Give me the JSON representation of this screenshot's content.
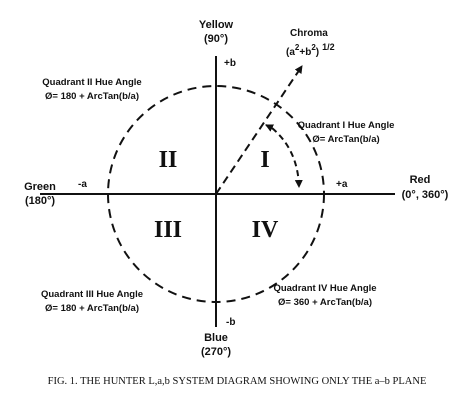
{
  "axes": {
    "yellow_label": "Yellow",
    "yellow_angle": "(90°)",
    "plus_b": "+b",
    "red_label": "Red",
    "red_angle": "(0°, 360°)",
    "plus_a": "+a",
    "green_label": "Green",
    "green_angle": "(180°)",
    "minus_a": "-a",
    "blue_label": "Blue",
    "blue_angle": "(270°)",
    "minus_b": "-b"
  },
  "chroma": {
    "label": "Chroma",
    "formula_open": "(a",
    "exp_a": "2",
    "plus": "+b",
    "exp_b": "2",
    "formula_close": ")",
    "power": "1/2"
  },
  "quadrants": {
    "q1": {
      "numeral": "I",
      "title": "Quadrant I Hue Angle",
      "formula": "Ø= ArcTan(b/a)"
    },
    "q2": {
      "numeral": "II",
      "title": "Quadrant II Hue Angle",
      "formula": "Ø= 180 + ArcTan(b/a)"
    },
    "q3": {
      "numeral": "III",
      "title": "Quadrant III Hue Angle",
      "formula": "Ø= 180 + ArcTan(b/a)"
    },
    "q4": {
      "numeral": "IV",
      "title": "Quadrant IV Hue Angle",
      "formula": "Ø= 360 + ArcTan(b/a)"
    }
  },
  "caption": "FIG. 1.  THE HUNTER L,a,b SYSTEM DIAGRAM SHOWING ONLY THE a–b PLANE"
}
